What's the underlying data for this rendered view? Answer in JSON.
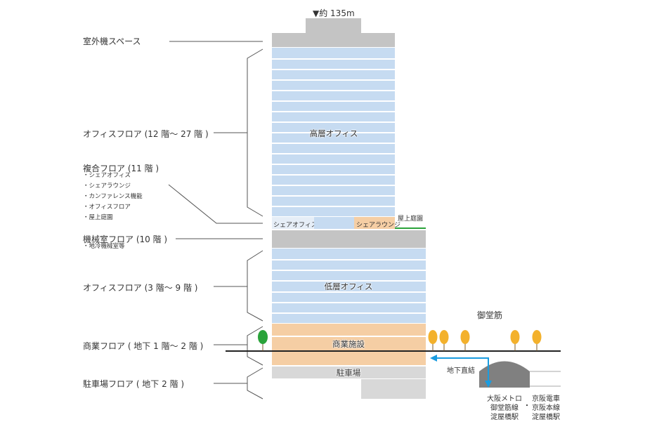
{
  "height_label": "▼約 135m",
  "labels": {
    "outdoor_unit_space": "室外機スペース",
    "office_high": "オフィスフロア (12 階～ 27 階 )",
    "mixed_floor": "複合フロア (11 階 )",
    "mixed_items": [
      "・シェアオフィス",
      "・シェアラウンジ",
      "・カンファレンス機能",
      "・オフィスフロア",
      "・屋上庭園"
    ],
    "machine_floor": "機械室フロア (10 階 )",
    "machine_items": [
      "・地冷機械室等"
    ],
    "office_low": "オフィスフロア (3 階～ 9 階 )",
    "commercial": "商業フロア ( 地下 1 階～ 2 階 )",
    "parking": "駐車場フロア ( 地下 2 階 )"
  },
  "building": {
    "high_office": "高層オフィス",
    "share_office": "シェアオフィス",
    "share_lounge": "シェアラウンジ",
    "rooftop_garden": "屋上庭園",
    "low_office": "低層オフィス",
    "commercial": "商業施設",
    "parking": "駐車場"
  },
  "surroundings": {
    "street": "御堂筋",
    "underground_link": "地下直結",
    "station_metro": [
      "大阪メトロ",
      "御堂筋線",
      "淀屋橋駅"
    ],
    "station_separator": "・",
    "station_keihan": [
      "京阪電車",
      "京阪本線",
      "淀屋橋駅"
    ]
  },
  "colors": {
    "office": "#c6dbf1",
    "machine": "#c4c4c4",
    "commercial": "#f5cea4",
    "parking": "#d8d8d8",
    "garden": "#2aa33a",
    "tree_green": "#2aa33a",
    "tree_orange": "#f3b12c",
    "arrow": "#1a9ce0",
    "station": "#808080"
  }
}
